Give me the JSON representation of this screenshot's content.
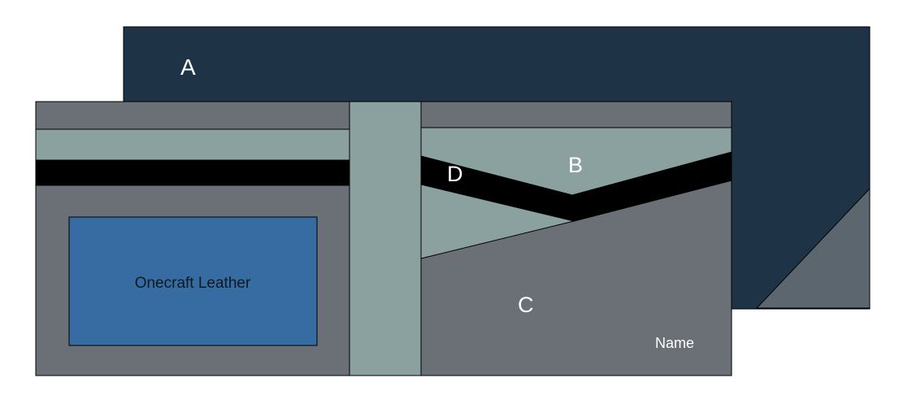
{
  "labels": {
    "a": "A",
    "b": "B",
    "c": "C",
    "d": "D"
  },
  "texts": {
    "logo": "Onecraft Leather",
    "name": "Name"
  },
  "colors": {
    "navy": "#1f3347",
    "gray": "#6a7076",
    "sage": "#8ba1a0",
    "black": "#000000",
    "blue": "#376ca3",
    "triangle": "#5c666e"
  }
}
